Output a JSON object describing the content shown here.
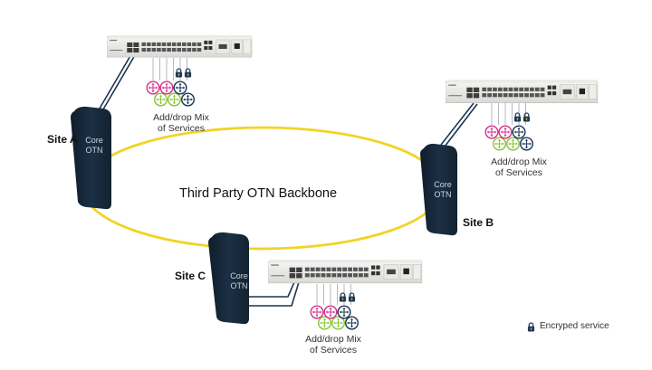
{
  "diagram": {
    "backbone_label": "Third Party OTN Backbone",
    "sites": [
      {
        "id": "A",
        "label": "Site A",
        "core_label_line1": "Core",
        "core_label_line2": "OTN",
        "services_line1": "Add/drop Mix",
        "services_line2": "of Services"
      },
      {
        "id": "B",
        "label": "Site B",
        "core_label_line1": "Core",
        "core_label_line2": "OTN",
        "services_line1": "Add/drop Mix",
        "services_line2": "of Services"
      },
      {
        "id": "C",
        "label": "Site C",
        "core_label_line1": "Core",
        "core_label_line2": "OTN",
        "services_line1": "Add/drop Mix",
        "services_line2": "of Services"
      }
    ],
    "services_per_site": [
      "pink-router-icon",
      "green-router-icon",
      "pink-router-icon",
      "green-router-icon",
      "navy-router-icon-encrypted",
      "navy-router-icon-encrypted"
    ],
    "legend": {
      "icon": "lock-icon",
      "label": "Encryped service"
    },
    "colors": {
      "ring": "#f2d327",
      "core": "#1a2d40",
      "link": "#1c3550",
      "pink": "#d6338f",
      "green": "#8cc63f",
      "navy": "#1f3a57"
    }
  }
}
